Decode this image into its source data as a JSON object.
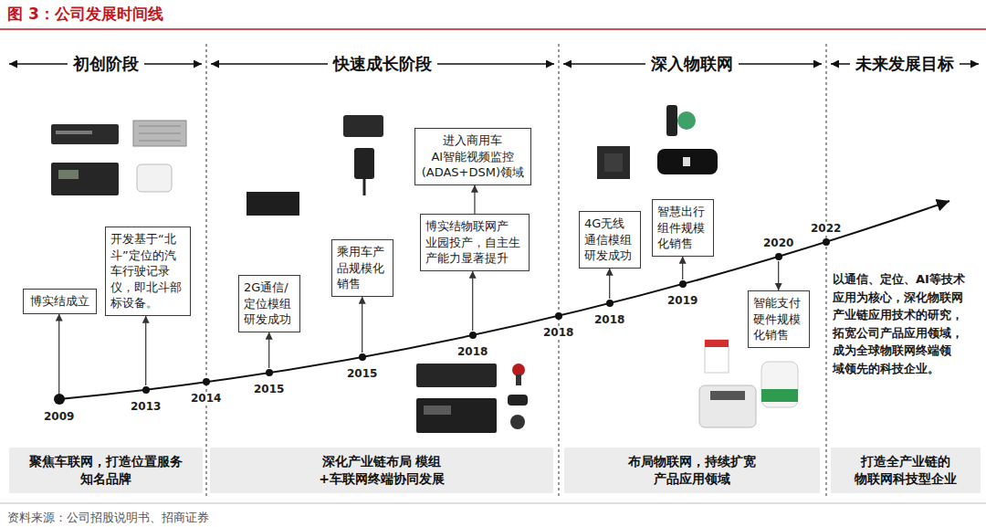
{
  "diagram": {
    "title": "图 3：公司发展时间线",
    "caption": "资料来源：公司招股说明书、招商证券",
    "nodes": [
      {
        "text": [
          "博实结成立"
        ]
      },
      {
        "text": [
          "开发基于“北 斗”定位的汽 车行驶记录 仪，即北斗部 标设备。"
        ]
      },
      {
        "text": [
          "2G通信/ 定位模组 研发成功"
        ]
      },
      {
        "text": [
          "乘用车产 品规模化 销售"
        ]
      },
      {
        "text": [
          "进入商用车 AI智能视频监控 (ADAS+DSM)领域"
        ]
      },
      {
        "text": [
          "博实结物联网产 业园投产，自主生 产能力显著提升"
        ]
      },
      {
        "text": [
          "4G无线 通信模组 研发成功"
        ]
      },
      {
        "text": [
          "智慧出行 组件规模 化销售"
        ]
      },
      {
        "text": [
          "智能支付 硬件规模 化销售"
        ]
      },
      {
        "text": [
          "2009"
        ]
      },
      {
        "text": [
          "2013"
        ]
      },
      {
        "text": [
          "2014"
        ]
      },
      {
        "text": [
          "2015"
        ]
      },
      {
        "text": [
          "2015"
        ]
      },
      {
        "text": [
          "2018"
        ]
      },
      {
        "text": [
          "2018"
        ]
      },
      {
        "text": [
          "2018"
        ]
      },
      {
        "text": [
          "2019"
        ]
      },
      {
        "text": [
          "2020"
        ]
      },
      {
        "text": [
          "2022"
        ]
      },
      {
        "text": [
          "聚焦车联网，打造位置服务 知名品牌"
        ]
      },
      {
        "text": [
          "深化产业链布局 模组+车联网终端协同发展"
        ]
      },
      {
        "text": [
          "布局物联网，持续扩宽 产品应用领域"
        ]
      },
      {
        "text": [
          "打造全产业链的 物联网科技型企业"
        ]
      }
    ],
    "edges": [
      {
        "from": 9,
        "to": 0,
        "arrow": "to"
      },
      {
        "from": 10,
        "to": 1,
        "arrow": "to"
      },
      {
        "from": 12,
        "to": 2,
        "arrow": "to"
      },
      {
        "from": 13,
        "to": 3,
        "arrow": "to"
      },
      {
        "from": 14,
        "to": 5,
        "arrow": "to"
      },
      {
        "from": 5,
        "to": 4,
        "arrow": "to"
      },
      {
        "from": 16,
        "to": 6,
        "arrow": "to"
      },
      {
        "from": 17,
        "to": 7,
        "arrow": "to"
      },
      {
        "from": 18,
        "to": 8,
        "arrow": "to"
      }
    ],
    "labels": [
      "初创阶段",
      "快速成长阶段",
      "深入物联网",
      "未来发展目标",
      "以通信、定位、AI等技术 应用为核心，深化物联网 产业链应用技术的研究， 拓宽公司产品应用领域， 成为全球物联网终端领 域领先的科技企业。"
    ]
  }
}
